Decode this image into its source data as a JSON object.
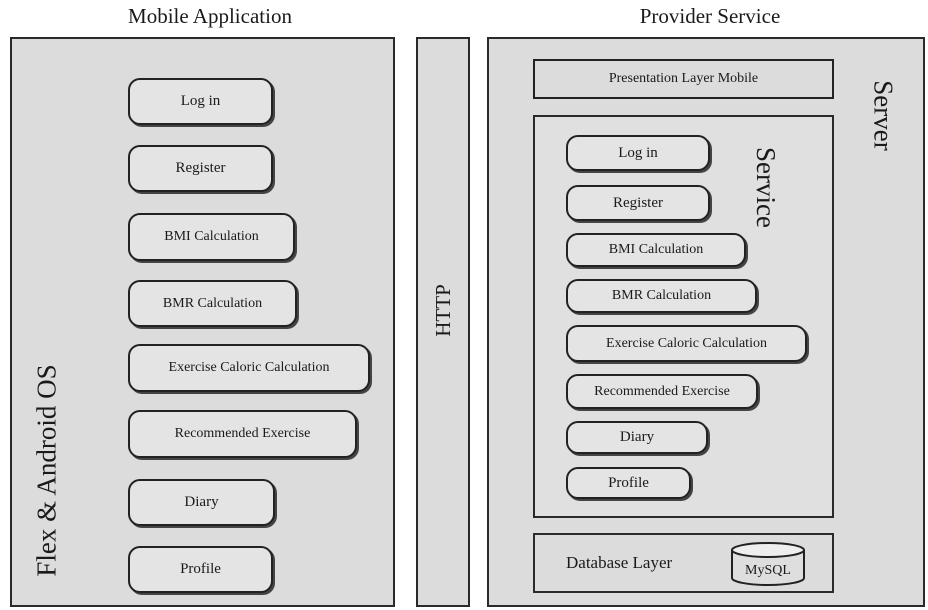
{
  "mobile": {
    "heading": "Mobile Application",
    "side_label": "Flex & Android OS",
    "items": [
      "Log in",
      "Register",
      "BMI Calculation",
      "BMR Calculation",
      "Exercise Caloric Calculation",
      "Recommended Exercise",
      "Diary",
      "Profile"
    ]
  },
  "transport": {
    "label": "HTTP"
  },
  "provider": {
    "heading": "Provider Service",
    "server_label": "Server",
    "presentation_layer": "Presentation Layer Mobile",
    "service_label": "Service",
    "items": [
      "Log in",
      "Register",
      "BMI Calculation",
      "BMR Calculation",
      "Exercise Caloric Calculation",
      "Recommended Exercise",
      "Diary",
      "Profile"
    ],
    "database_layer": "Database Layer",
    "database_icon_label": "MySQL"
  }
}
